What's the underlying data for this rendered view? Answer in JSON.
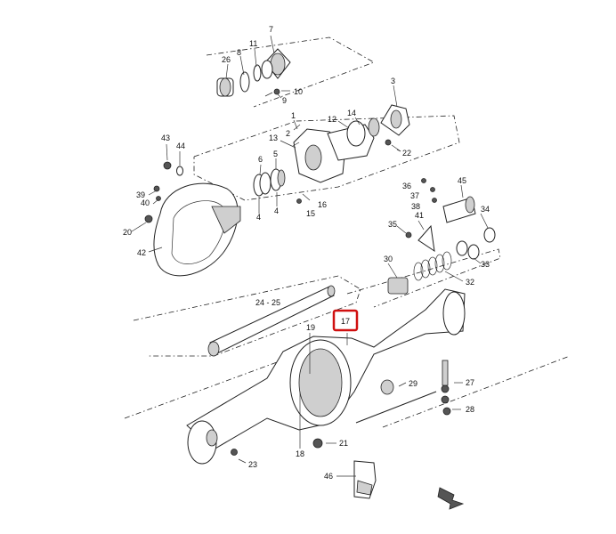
{
  "diagram": {
    "highlight_color": "#d01010",
    "parts": [
      {
        "id": "p7",
        "label": "7"
      },
      {
        "id": "p11",
        "label": "11"
      },
      {
        "id": "p8",
        "label": "8"
      },
      {
        "id": "p26",
        "label": "26"
      },
      {
        "id": "p10",
        "label": "10"
      },
      {
        "id": "p9",
        "label": "9"
      },
      {
        "id": "p3",
        "label": "3"
      },
      {
        "id": "p1",
        "label": "1"
      },
      {
        "id": "p2",
        "label": "2"
      },
      {
        "id": "p12",
        "label": "12"
      },
      {
        "id": "p14",
        "label": "14"
      },
      {
        "id": "p13",
        "label": "13"
      },
      {
        "id": "p22",
        "label": "22"
      },
      {
        "id": "p43",
        "label": "43"
      },
      {
        "id": "p44",
        "label": "44"
      },
      {
        "id": "p6",
        "label": "6"
      },
      {
        "id": "p5",
        "label": "5"
      },
      {
        "id": "p36",
        "label": "36"
      },
      {
        "id": "p37",
        "label": "37"
      },
      {
        "id": "p38",
        "label": "38"
      },
      {
        "id": "p45",
        "label": "45"
      },
      {
        "id": "p39",
        "label": "39"
      },
      {
        "id": "p40",
        "label": "40"
      },
      {
        "id": "p4a",
        "label": "4"
      },
      {
        "id": "p4b",
        "label": "4"
      },
      {
        "id": "p15",
        "label": "15"
      },
      {
        "id": "p16",
        "label": "16"
      },
      {
        "id": "p34",
        "label": "34"
      },
      {
        "id": "p20",
        "label": "20"
      },
      {
        "id": "p35",
        "label": "35"
      },
      {
        "id": "p41",
        "label": "41"
      },
      {
        "id": "p42",
        "label": "42"
      },
      {
        "id": "p33",
        "label": "33"
      },
      {
        "id": "p30",
        "label": "30"
      },
      {
        "id": "p32",
        "label": "32"
      },
      {
        "id": "p2425",
        "label": "24 - 25"
      },
      {
        "id": "p17",
        "label": "17"
      },
      {
        "id": "p19",
        "label": "19"
      },
      {
        "id": "p29",
        "label": "29"
      },
      {
        "id": "p27",
        "label": "27"
      },
      {
        "id": "p28",
        "label": "28"
      },
      {
        "id": "p21",
        "label": "21"
      },
      {
        "id": "p18",
        "label": "18"
      },
      {
        "id": "p23",
        "label": "23"
      },
      {
        "id": "p46",
        "label": "46"
      }
    ]
  }
}
